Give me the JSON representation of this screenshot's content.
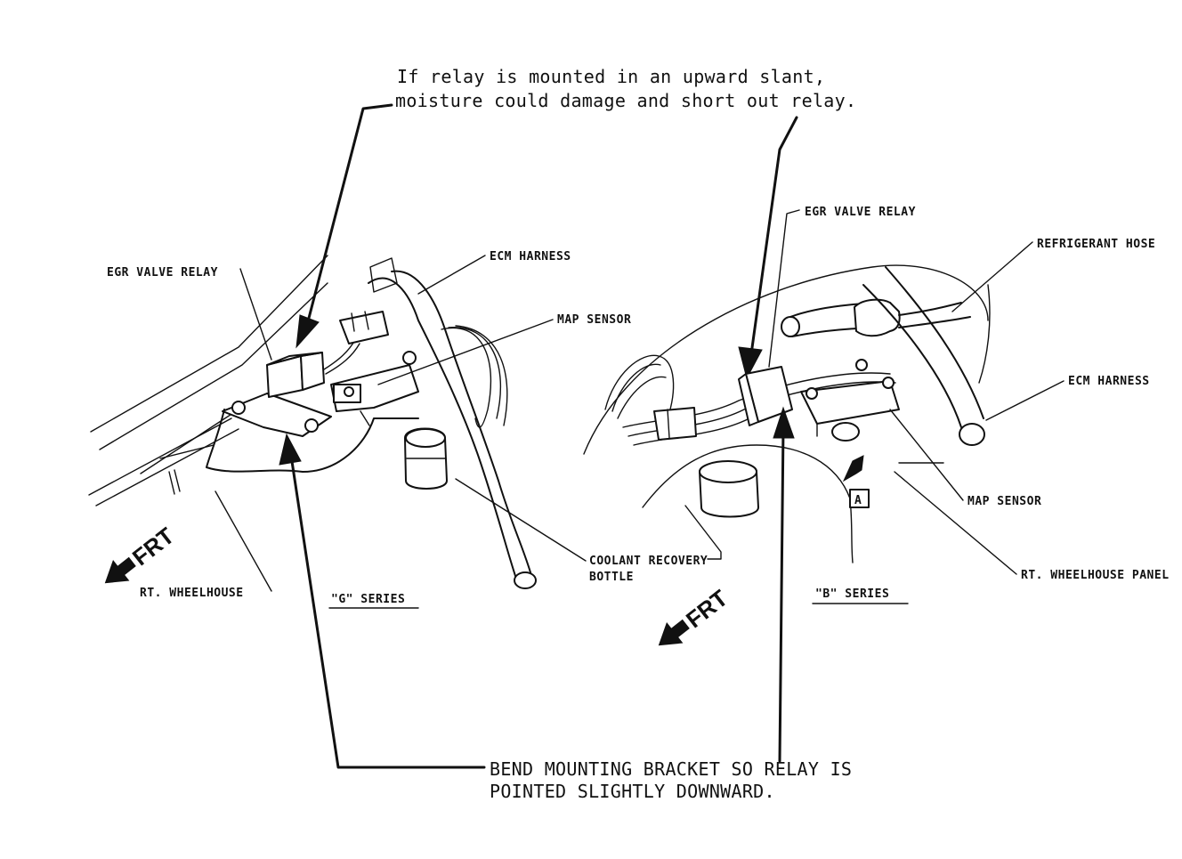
{
  "top_note": {
    "line1": "If relay is mounted in an upward slant,",
    "line2": "moisture could damage and short out relay."
  },
  "bottom_note": {
    "line1": "BEND MOUNTING BRACKET SO RELAY IS",
    "line2": "POINTED SLIGHTLY DOWNWARD."
  },
  "left_view": {
    "egr_label": "EGR VALVE RELAY",
    "ecm_label": "ECM HARNESS",
    "map_label": "MAP SENSOR",
    "wheelhouse_label": "RT. WHEELHOUSE",
    "series_label": "\"G\" SERIES",
    "frt_label": "FRT"
  },
  "center": {
    "coolant_line1": "COOLANT RECOVERY",
    "coolant_line2": "BOTTLE"
  },
  "right_view": {
    "egr_label": "EGR VALVE RELAY",
    "refrigerant_label": "REFRIGERANT HOSE",
    "ecm_label": "ECM HARNESS",
    "map_label": "MAP SENSOR",
    "wheelhouse_label": "RT. WHEELHOUSE PANEL",
    "series_label": "\"B\" SERIES",
    "frt_label": "FRT",
    "view_marker": "A"
  }
}
